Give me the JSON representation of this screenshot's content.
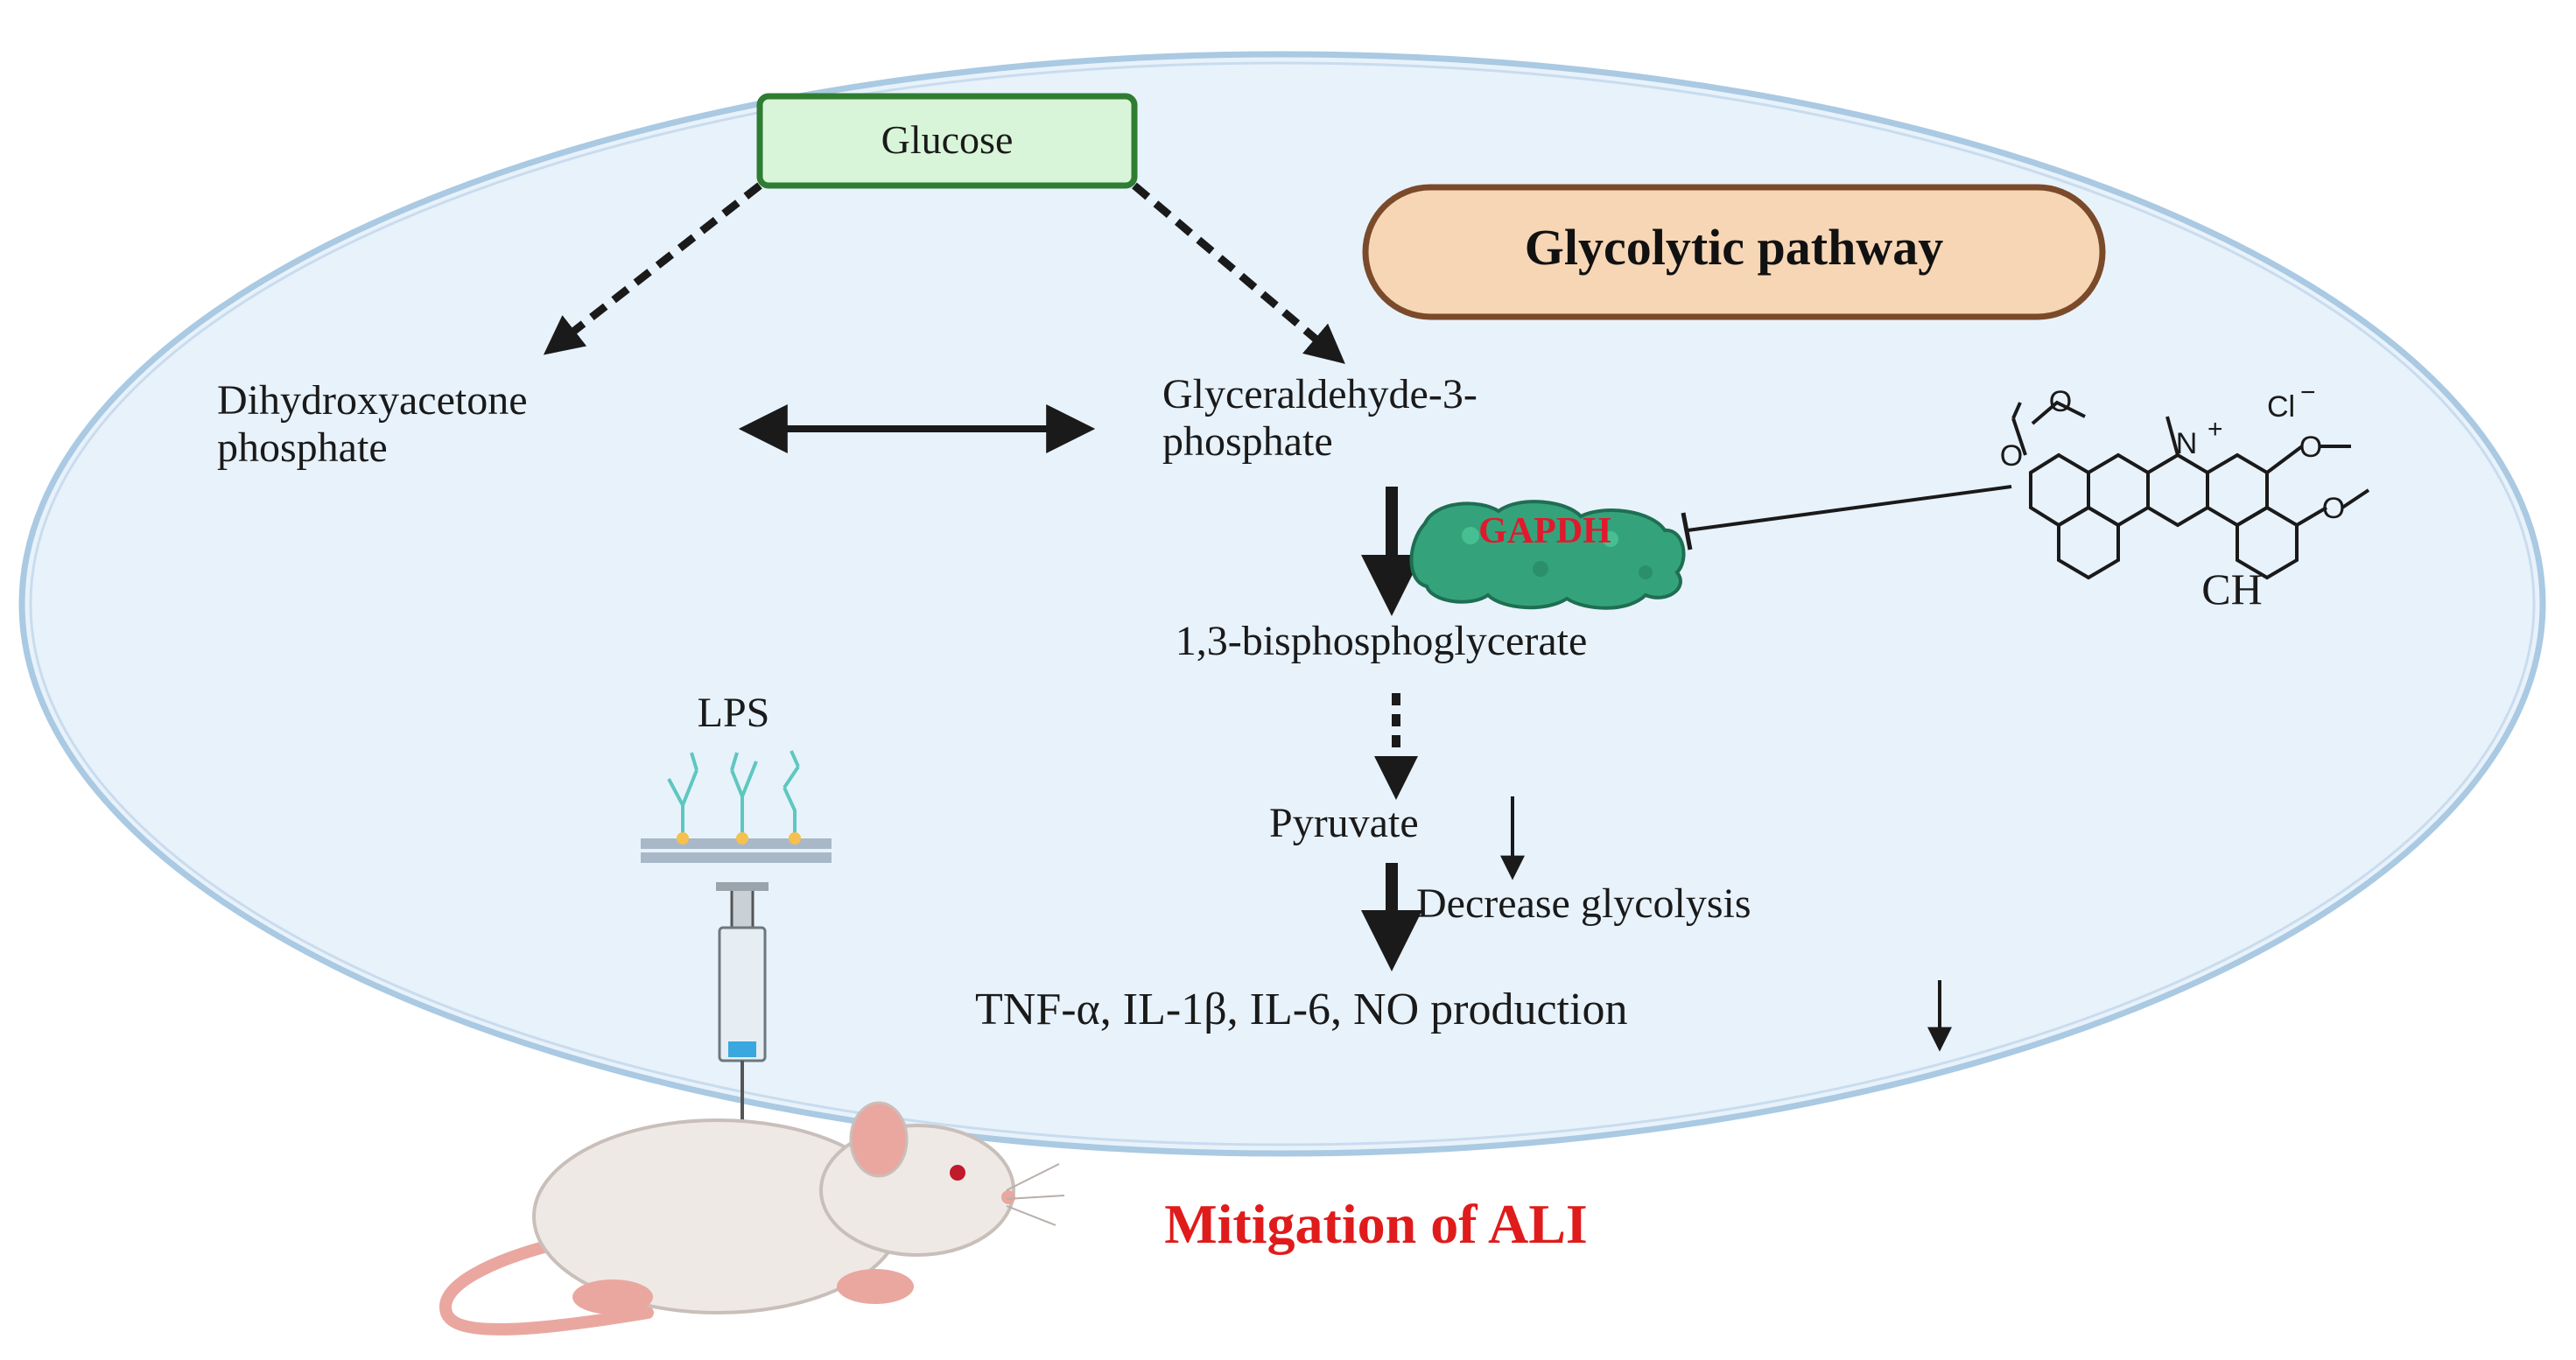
{
  "labels": {
    "glucose": "Glucose",
    "pathway_title": "Glycolytic pathway",
    "dhap_line1": "Dihydroxyacetone",
    "dhap_line2": "phosphate",
    "g3p_line1": "Glyceraldehyde-3-",
    "g3p_line2": "phosphate",
    "gapdh": "GAPDH",
    "bpg": "1,3-bisphosphoglycerate",
    "pyruvate": "Pyruvate",
    "decrease": "Decrease glycolysis",
    "cytokines": "TNF-α, IL-1β, IL-6, NO production",
    "lps": "LPS",
    "drug": "CH",
    "mitigation": "Mitigation of ALI"
  },
  "structure_atoms": {
    "nitrogen": "N",
    "charge": "+",
    "chloride": "Cl",
    "chloride_charge": "−",
    "oxygen": "O"
  },
  "colors": {
    "cell_fill": "#e8f2fb",
    "cell_border": "#aac9e2",
    "glucose_fill": "#d9f5d9",
    "glucose_border": "#2e7d32",
    "title_fill": "#f6d6b5",
    "title_border": "#7a4a2a",
    "gapdh_fill": "#34a37c",
    "gapdh_text": "#e1192b",
    "mitigation_text": "#e01b1b",
    "arrow": "#1a1a1a",
    "lps_chain": "#5ec7c0",
    "lps_head": "#f4c04f",
    "mouse_body": "#efe9e6",
    "mouse_pink": "#e9a7a0"
  }
}
